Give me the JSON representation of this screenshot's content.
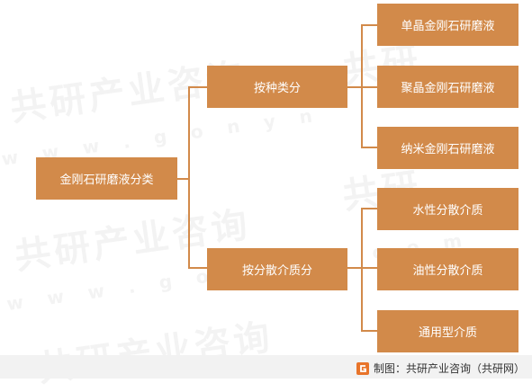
{
  "root": {
    "label": "金刚石研磨液分类"
  },
  "groups": [
    {
      "label": "按种类分",
      "children": [
        "单晶金刚石研磨液",
        "聚晶金刚石研磨液",
        "纳米金刚石研磨液"
      ]
    },
    {
      "label": "按分散介质分",
      "children": [
        "水性分散介质",
        "油性分散介质",
        "通用型介质"
      ]
    }
  ],
  "footer": {
    "credit": "制图：共研产业咨询（共研网）"
  },
  "colors": {
    "box": "#d28a4a",
    "footer_bg": "#f2f2f2"
  }
}
